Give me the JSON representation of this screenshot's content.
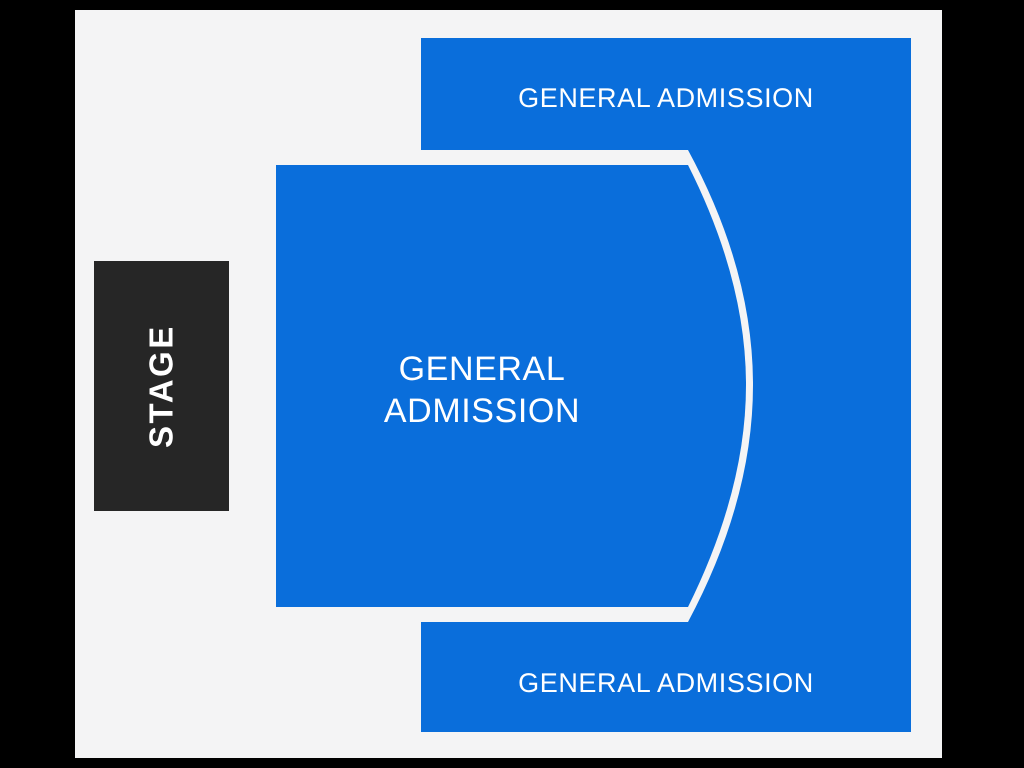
{
  "map": {
    "frame_color": "#000000",
    "panel_color": "#f4f4f5",
    "section_color": "#0a6edb",
    "stage_color": "#262626",
    "divider_color": "#f4f4f5",
    "label_color": "#ffffff"
  },
  "stage": {
    "label": "STAGE",
    "orientation": "vertical-bottom-to-top"
  },
  "sections": [
    {
      "id": "ga-upper",
      "label": "GENERAL ADMISSION",
      "color": "#0a6edb",
      "position": "upper"
    },
    {
      "id": "ga-floor",
      "label_line_1": "GENERAL",
      "label_line_2": "ADMISSION",
      "label": "GENERAL ADMISSION",
      "color": "#0a6edb",
      "position": "floor-center"
    },
    {
      "id": "ga-lower",
      "label": "GENERAL ADMISSION",
      "color": "#0a6edb",
      "position": "lower"
    }
  ]
}
